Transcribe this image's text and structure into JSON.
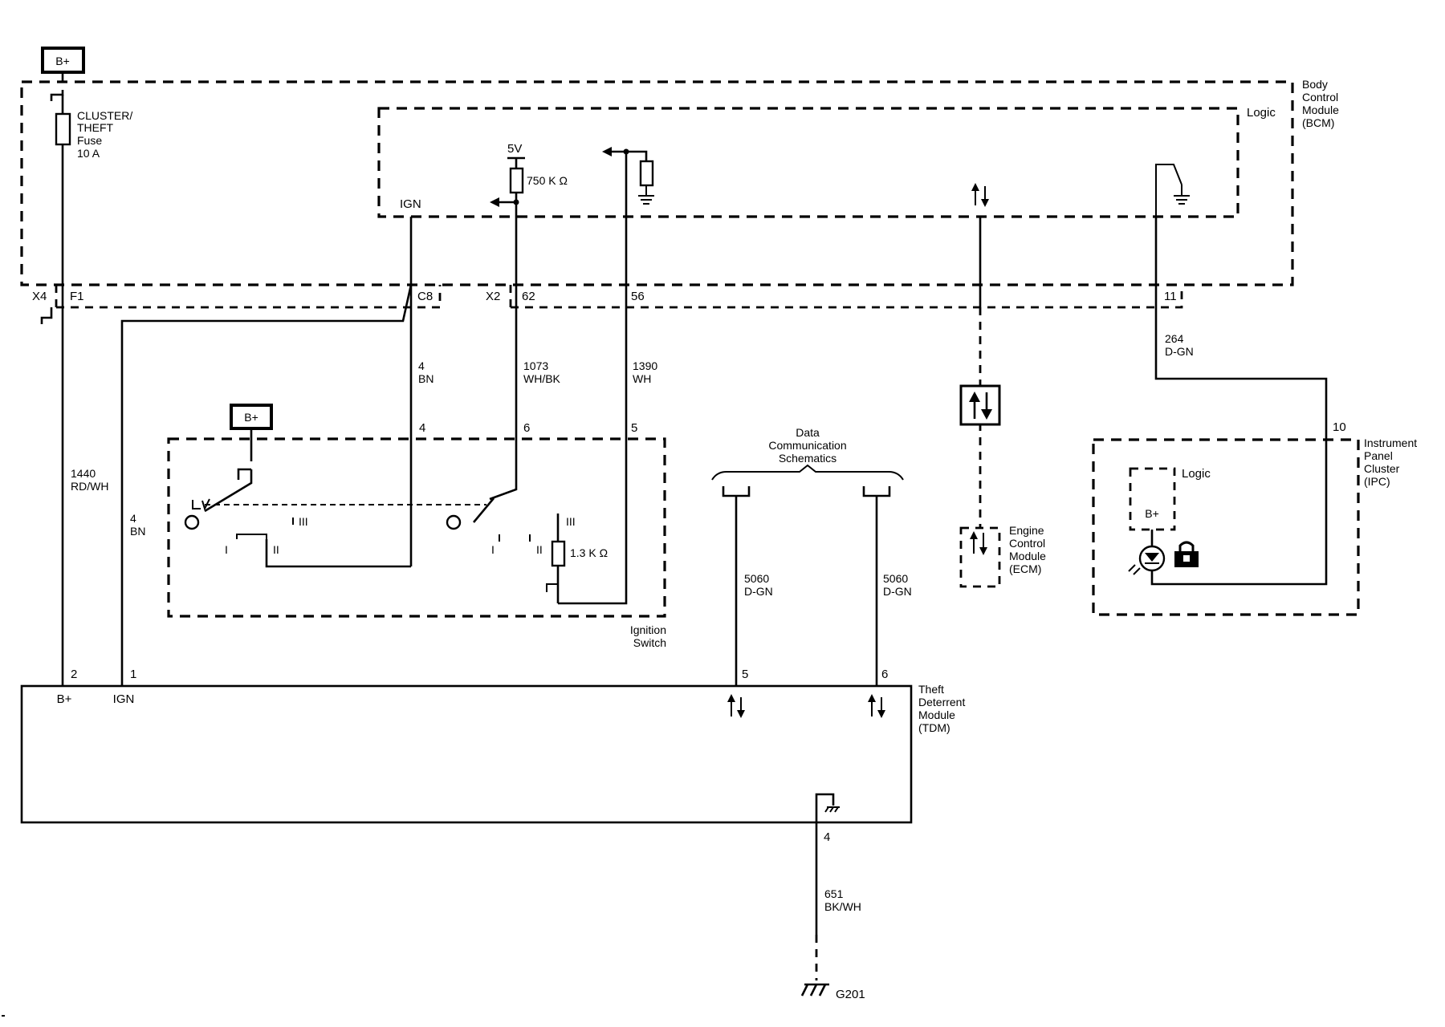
{
  "battery": {
    "top": "B+",
    "switch": "B+"
  },
  "fuse": {
    "line1": "CLUSTER/",
    "line2": "THEFT",
    "line3": "Fuse",
    "line4": "10 A"
  },
  "bcm": {
    "line1": "Body",
    "line2": "Control",
    "line3": "Module",
    "line4": "(BCM)",
    "logic": "Logic",
    "ign": "IGN",
    "v5": "5V",
    "res750": "750 K Ω"
  },
  "connectors": {
    "x4": "X4",
    "f1": "F1",
    "c8": "C8",
    "x2": "X2",
    "p62": "62",
    "p56": "56",
    "p11": "11"
  },
  "wires": {
    "w1440": {
      "num": "1440",
      "color": "RD/WH"
    },
    "w4a": {
      "num": "4",
      "color": "BN"
    },
    "w4b": {
      "num": "4",
      "color": "BN"
    },
    "w1073": {
      "num": "1073",
      "color": "WH/BK"
    },
    "w1390": {
      "num": "1390",
      "color": "WH"
    },
    "w264": {
      "num": "264",
      "color": "D-GN"
    },
    "w5060a": {
      "num": "5060",
      "color": "D-GN"
    },
    "w5060b": {
      "num": "5060",
      "color": "D-GN"
    },
    "w651": {
      "num": "651",
      "color": "BK/WH"
    }
  },
  "ignition": {
    "pin4": "4",
    "pin6": "6",
    "pin5": "5",
    "pos_I": "I",
    "pos_II": "II",
    "pos_III": "III",
    "pos_I_b": "I",
    "pos_II_b": "II",
    "pos_III_b": "III",
    "res13": "1.3 K Ω",
    "label1": "Ignition",
    "label2": "Switch"
  },
  "datacomm": {
    "line1": "Data",
    "line2": "Communication",
    "line3": "Schematics"
  },
  "ecm": {
    "line1": "Engine",
    "line2": "Control",
    "line3": "Module",
    "line4": "(ECM)"
  },
  "ipc": {
    "line1": "Instrument",
    "line2": "Panel",
    "line3": "Cluster",
    "line4": "(IPC)",
    "logic": "Logic",
    "bplus": "B+",
    "pin10": "10"
  },
  "tdm": {
    "line1": "Theft",
    "line2": "Deterrent",
    "line3": "Module",
    "line4": "(TDM)",
    "pin2": "2",
    "pin1": "1",
    "pin5": "5",
    "pin6": "6",
    "pin4": "4",
    "bplus": "B+",
    "ign": "IGN"
  },
  "ground": {
    "label": "G201"
  }
}
